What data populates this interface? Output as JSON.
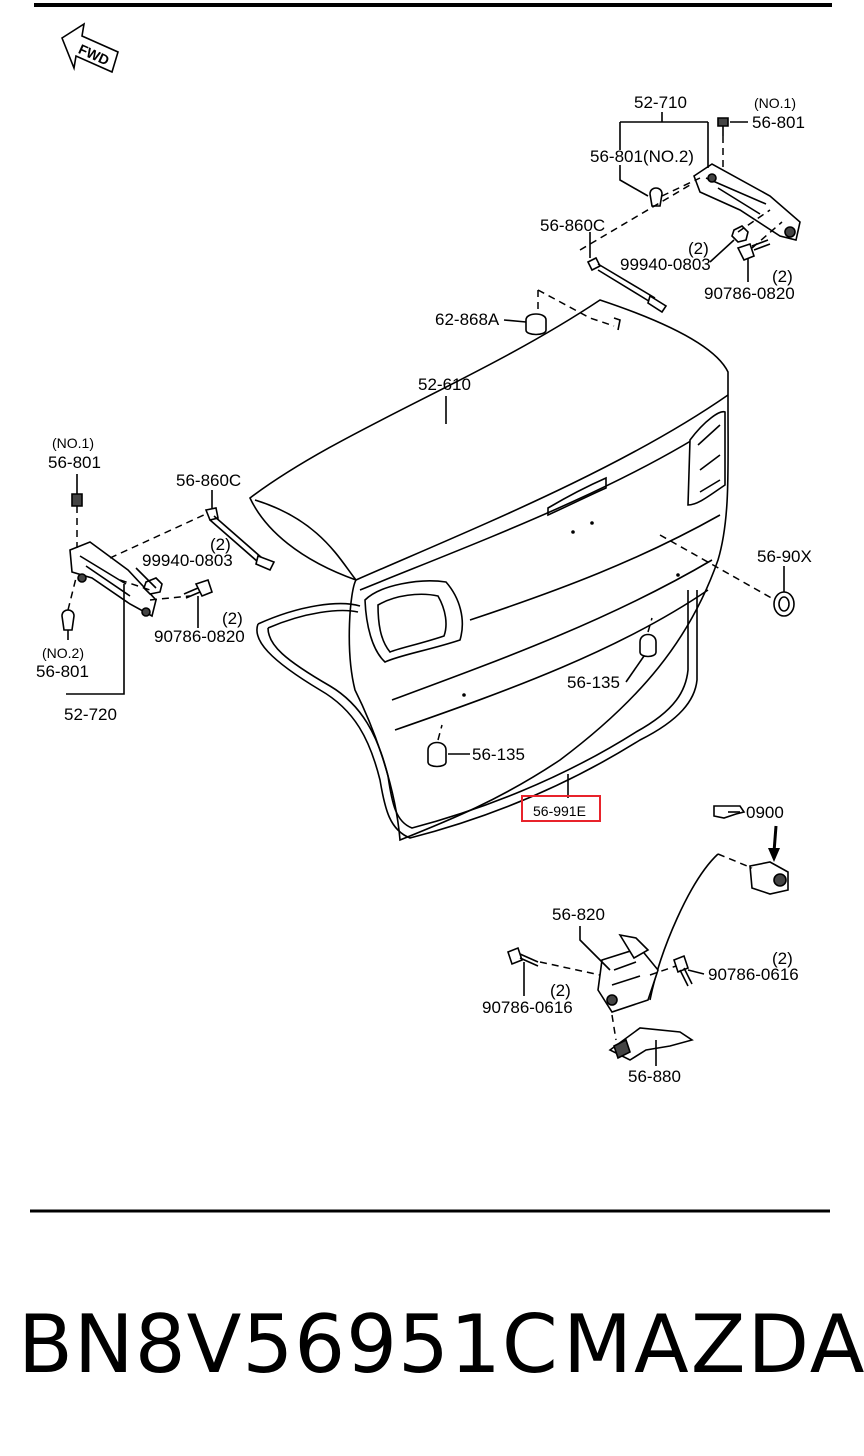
{
  "diagram": {
    "labels": {
      "fwd": "FWD",
      "l_52_710": "52-710",
      "l_no1_top": "(NO.1)",
      "l_56_801_top": "56-801",
      "l_56_801_no2_top": "56-801(NO.2)",
      "l_56_860c_top": "56-860C",
      "l_qty_2a": "(2)",
      "l_99940_top": "99940-0803",
      "l_qty_2b": "(2)",
      "l_90786_top": "90786-0820",
      "l_62_868a": "62-868A",
      "l_52_610": "52-610",
      "l_no1_left": "(NO.1)",
      "l_56_801_left": "56-801",
      "l_56_860c_left": "56-860C",
      "l_qty_2c": "(2)",
      "l_99940_left": "99940-0803",
      "l_qty_2d": "(2)",
      "l_90786_left": "90786-0820",
      "l_no2_left": "(NO.2)",
      "l_56_801_left2": "56-801",
      "l_52_720": "52-720",
      "l_56_90x": "56-90X",
      "l_56_135_a": "56-135",
      "l_56_135_b": "56-135",
      "l_56_991e": "56-991E",
      "l_0900": "0900",
      "l_56_820": "56-820",
      "l_qty_2e": "(2)",
      "l_90786_0616_r": "90786-0616",
      "l_90786_0616_l": "90786-0616",
      "l_qty_2f": "(2)",
      "l_56_880": "56-880"
    },
    "highlight_color": "#e8232b"
  },
  "footer": {
    "part_number": "BN8V56951C",
    "brand": "MAZDA"
  }
}
